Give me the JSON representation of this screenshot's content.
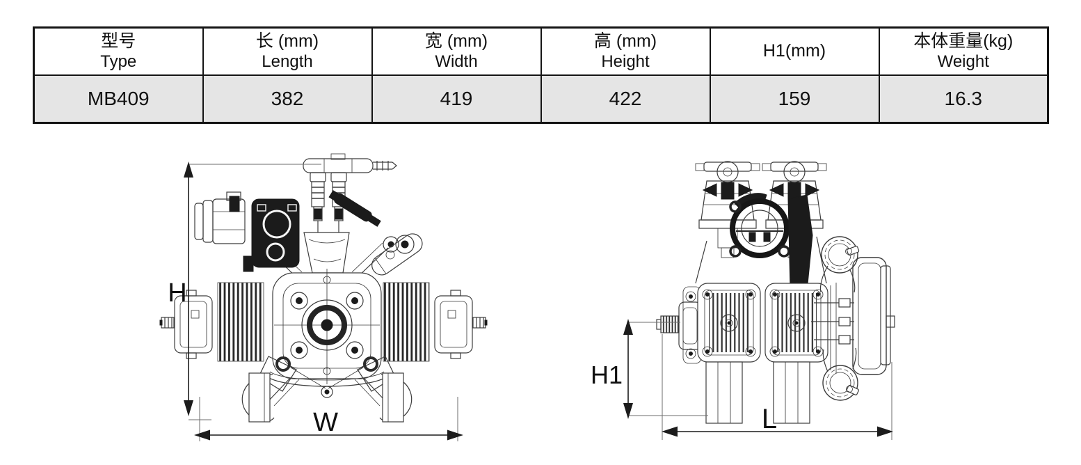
{
  "table": {
    "columns": [
      {
        "zh": "型号",
        "en": "Type"
      },
      {
        "zh": "长 (mm)",
        "en": "Length"
      },
      {
        "zh": "宽 (mm)",
        "en": "Width"
      },
      {
        "zh": "高 (mm)",
        "en": "Height"
      },
      {
        "zh": "H1(mm)",
        "en": ""
      },
      {
        "zh": "本体重量(kg)",
        "en": "Weight"
      }
    ],
    "row": {
      "type": "MB409",
      "length_mm": "382",
      "width_mm": "419",
      "height_mm": "422",
      "h1_mm": "159",
      "weight_kg": "16.3"
    }
  },
  "diagrams": {
    "front_view": {
      "labels": {
        "height": "H",
        "width": "W"
      }
    },
    "side_view": {
      "labels": {
        "h1": "H1",
        "length": "L"
      }
    }
  },
  "colors": {
    "table_border": "#141414",
    "table_row_bg": "#e5e5e5",
    "drawing_line": "#3c3c3c",
    "dark_fill": "#1b1b1b",
    "dimension_ink": "#1c1c1c"
  }
}
